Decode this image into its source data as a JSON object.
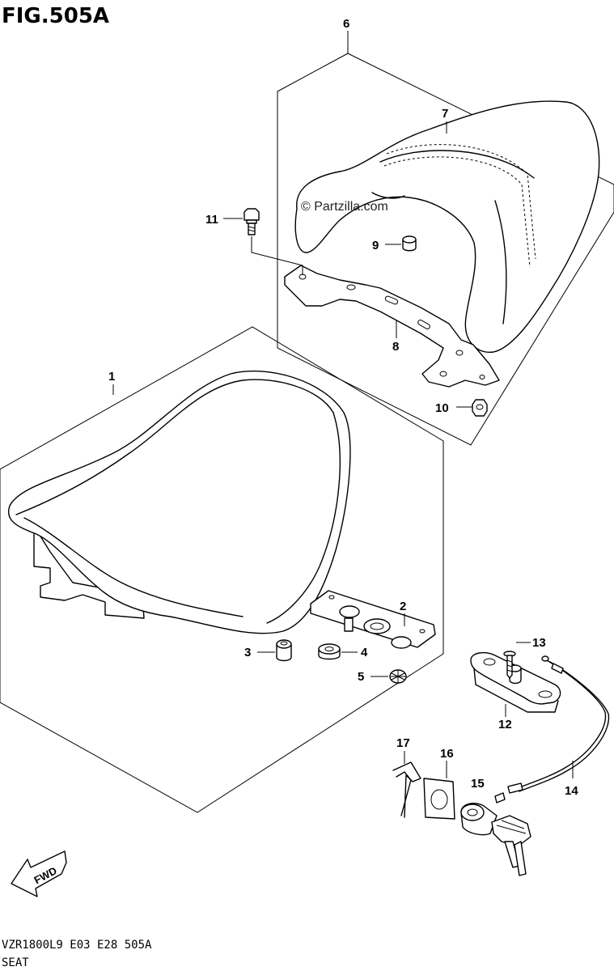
{
  "figure": {
    "title": "FIG.505A",
    "model_code": "VZR1800L9  E03  E28  505A",
    "caption": "SEAT",
    "watermark": "© Partzilla.com",
    "direction_label": "FWD"
  },
  "callouts": [
    {
      "id": "callout-1",
      "label": "1"
    },
    {
      "id": "callout-2",
      "label": "2"
    },
    {
      "id": "callout-3",
      "label": "3"
    },
    {
      "id": "callout-4",
      "label": "4"
    },
    {
      "id": "callout-5",
      "label": "5"
    },
    {
      "id": "callout-6",
      "label": "6"
    },
    {
      "id": "callout-7",
      "label": "7"
    },
    {
      "id": "callout-8",
      "label": "8"
    },
    {
      "id": "callout-9",
      "label": "9"
    },
    {
      "id": "callout-10",
      "label": "10"
    },
    {
      "id": "callout-11",
      "label": "11"
    },
    {
      "id": "callout-12",
      "label": "12"
    },
    {
      "id": "callout-13",
      "label": "13"
    },
    {
      "id": "callout-14",
      "label": "14"
    },
    {
      "id": "callout-15",
      "label": "15"
    },
    {
      "id": "callout-16",
      "label": "16"
    },
    {
      "id": "callout-17",
      "label": "17"
    }
  ],
  "icons": {
    "direction_arrow": "fwd-arrow-icon",
    "parts": [
      "front-seat",
      "rear-seat",
      "seat-bracket",
      "cushion",
      "seat-lock",
      "lock-cable",
      "key-lock"
    ]
  }
}
